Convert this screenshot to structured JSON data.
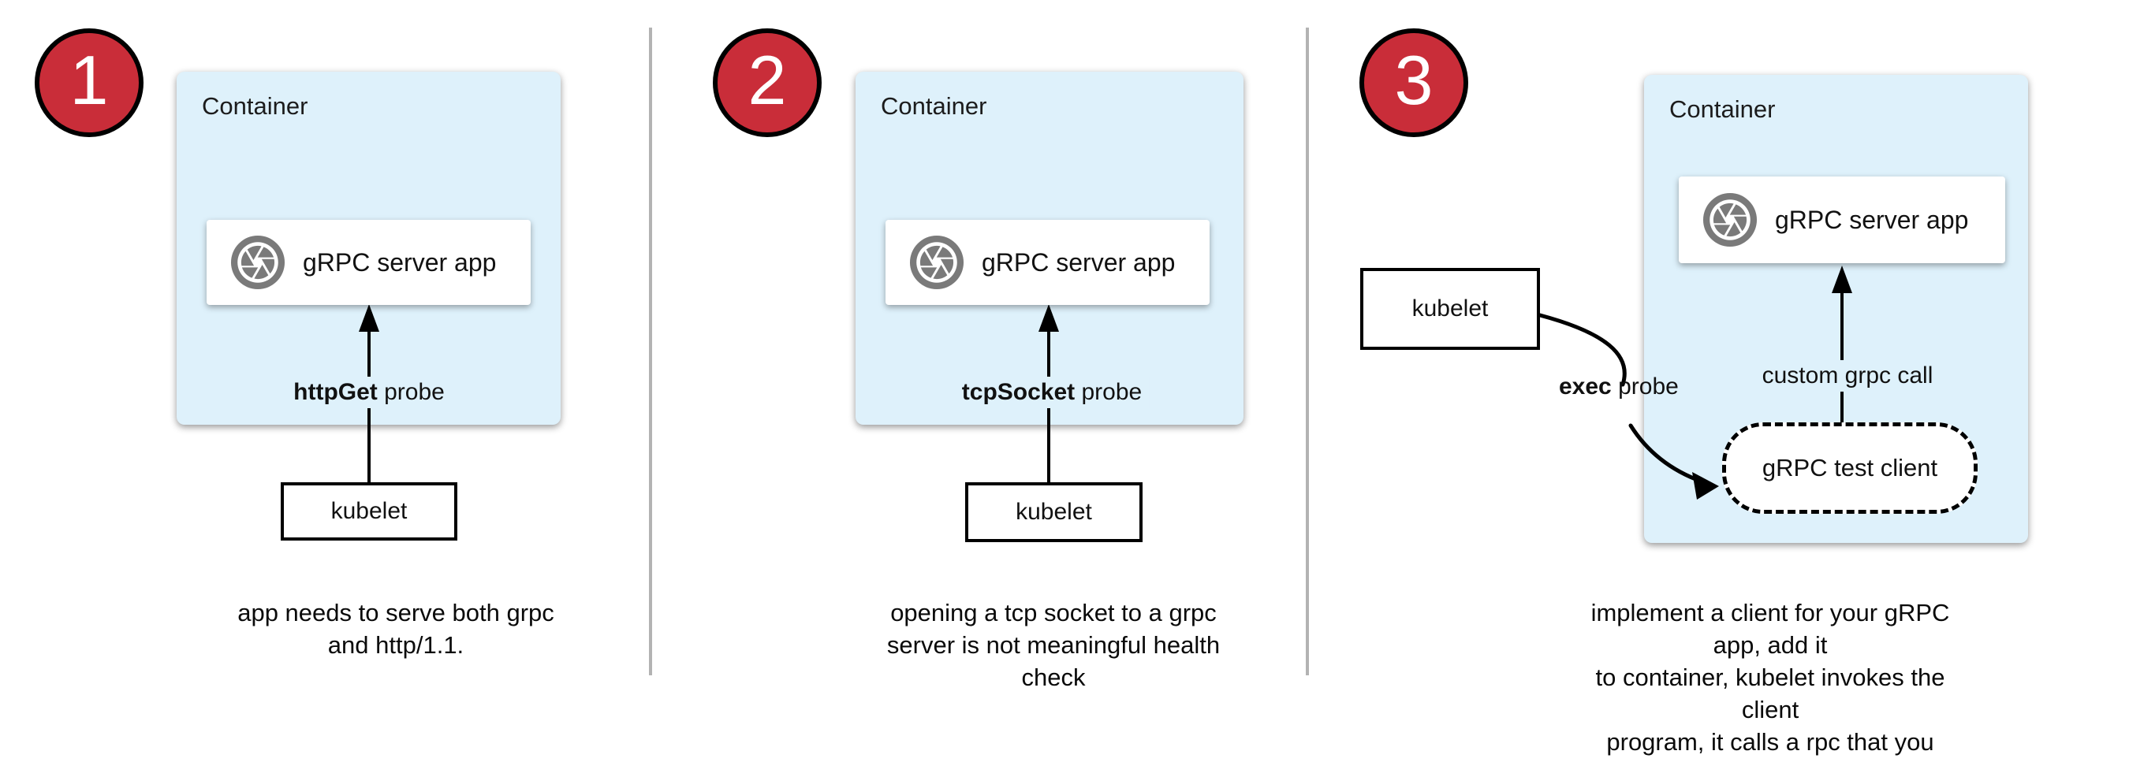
{
  "colors": {
    "badge_red": "#C92D39",
    "container_blue": "#DEF1FB",
    "icon_gray": "#7A7A7A",
    "divider_gray": "#B3B3B3"
  },
  "icons": {
    "app_icon": "grpc-aperture-icon"
  },
  "panels": [
    {
      "badge": "1",
      "container_label": "Container",
      "app_label": "gRPC server app",
      "probe_bold": "httpGet",
      "probe_rest": " probe",
      "kubelet_label": "kubelet",
      "caption": "app needs to serve both grpc\nand http/1.1."
    },
    {
      "badge": "2",
      "container_label": "Container",
      "app_label": "gRPC server app",
      "probe_bold": "tcpSocket",
      "probe_rest": " probe",
      "kubelet_label": "kubelet",
      "caption": "opening a tcp socket to a grpc\nserver is not meaningful health\ncheck"
    },
    {
      "badge": "3",
      "container_label": "Container",
      "app_label": "gRPC server app",
      "probe_bold": "exec",
      "probe_rest": " probe",
      "kubelet_label": "kubelet",
      "call_label": "custom grpc call",
      "test_client_label": "gRPC test client",
      "caption": "implement a client for your gRPC app, add it\nto container, kubelet invokes the client\nprogram, it calls a rpc that you implement"
    }
  ]
}
